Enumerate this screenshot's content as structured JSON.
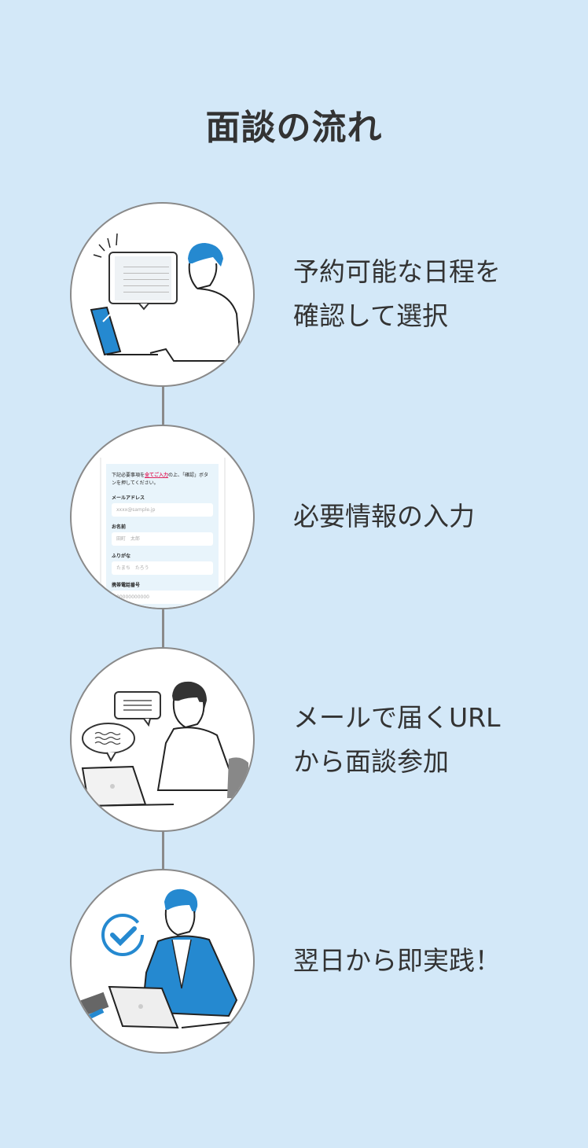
{
  "title": "面談の流れ",
  "steps": [
    {
      "line1": "予約可能な日程を",
      "line2": "確認して選択",
      "icon": "calendar-laptop-illustration"
    },
    {
      "line1": "必要情報の入力",
      "icon": "form-illustration"
    },
    {
      "line1": "メールで届くURL",
      "line2": "から面談参加",
      "icon": "online-meeting-illustration"
    },
    {
      "line1": "翌日から即実践！",
      "icon": "check-illustration"
    }
  ],
  "form": {
    "lead_before": "下記必要事項を",
    "lead_highlight": "全てご入力",
    "lead_after": "の上、「確認」ボタンを押してください。",
    "fields": [
      {
        "label": "メールアドレス",
        "placeholder": "xxxx@sample.jp"
      },
      {
        "label": "お名前",
        "placeholder": "田町　太郎"
      },
      {
        "label": "ふりがな",
        "placeholder": "たまち　たろう"
      },
      {
        "label": "携帯電話番号",
        "placeholder": "00000000000"
      }
    ]
  },
  "colors": {
    "background": "#d3e8f8",
    "accent": "#2589d0",
    "highlight": "#e0245e"
  }
}
